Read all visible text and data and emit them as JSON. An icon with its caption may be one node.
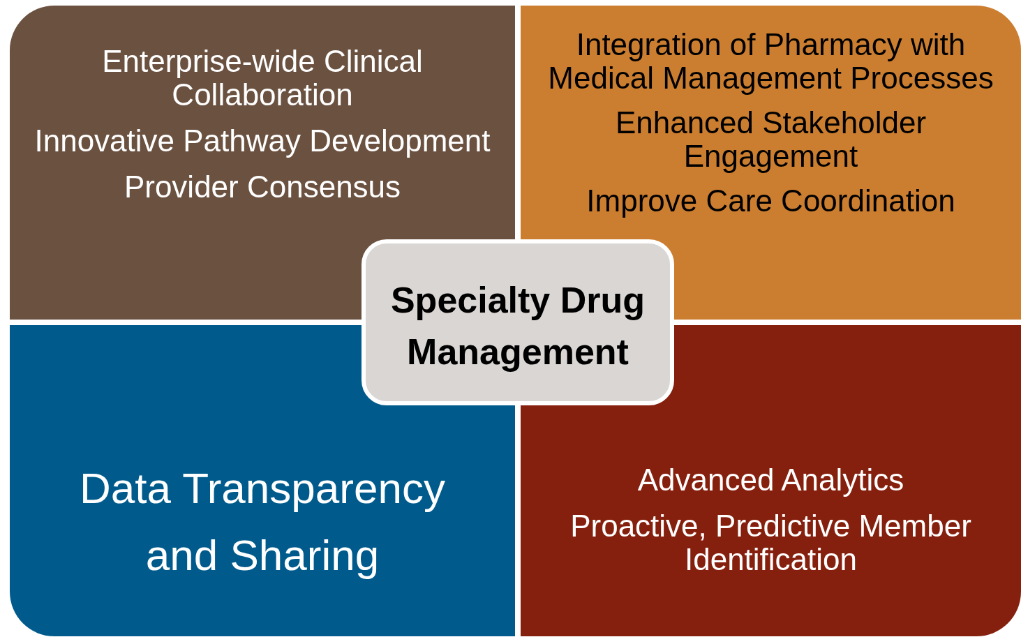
{
  "diagram": {
    "nodes": [
      {
        "text": [
          "Enterprise-wide Clinical Collaboration",
          "Innovative Pathway Development",
          "Provider Consensus"
        ]
      },
      {
        "text": [
          "Integration of Pharmacy with Medical Management Processes",
          "Enhanced Stakeholder Engagement",
          "Improve Care Coordination"
        ]
      },
      {
        "text": [
          "Data Transparency and Sharing"
        ]
      },
      {
        "text": [
          "Advanced Analytics",
          "Proactive, Predictive Member Identification"
        ]
      },
      {
        "text": [
          "Specialty Drug Management"
        ]
      }
    ]
  }
}
